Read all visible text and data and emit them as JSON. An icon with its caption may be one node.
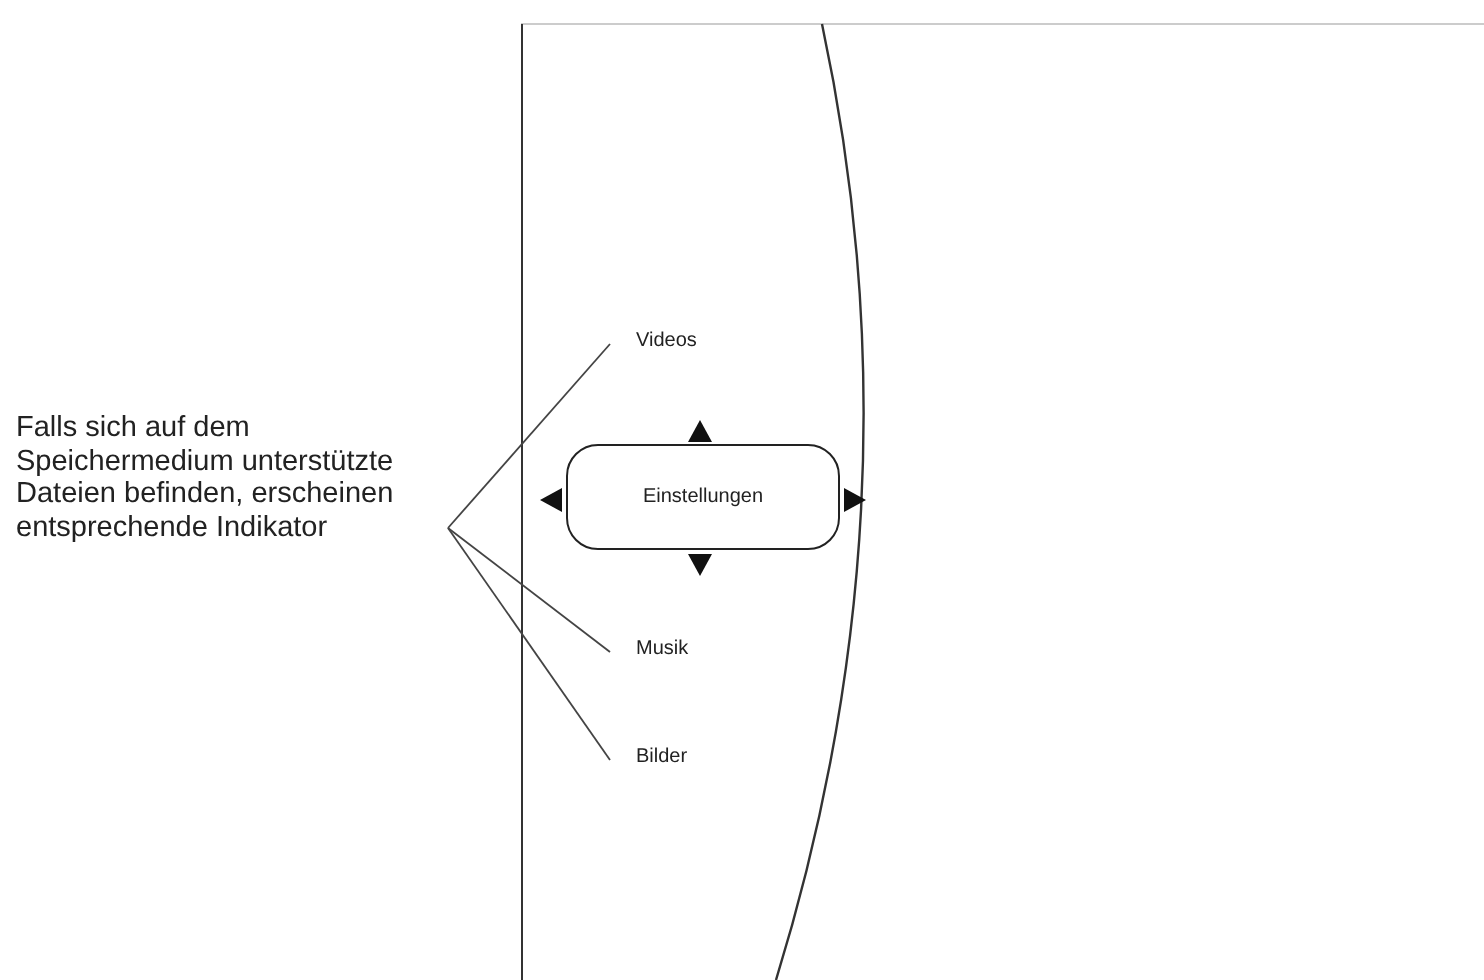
{
  "diagram": {
    "nodes": [
      {
        "text": [
          "Falls sich auf dem Speichermedium unterstützte Dateien befinden, erscheinen entsprechende Indikator"
        ]
      },
      {
        "text": [
          "Videos"
        ]
      },
      {
        "text": [
          "Einstellungen"
        ]
      },
      {
        "text": [
          "Musik"
        ]
      },
      {
        "text": [
          "Bilder"
        ]
      }
    ],
    "edges": [
      {
        "from": 0,
        "to": 1,
        "arrow": "none"
      },
      {
        "from": 0,
        "to": 3,
        "arrow": "none"
      },
      {
        "from": 0,
        "to": 4,
        "arrow": "none"
      }
    ]
  }
}
